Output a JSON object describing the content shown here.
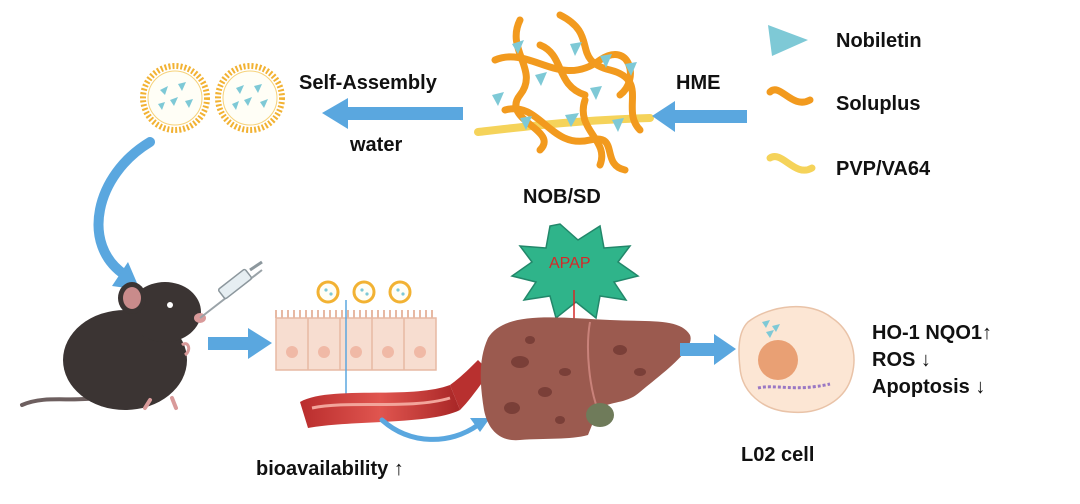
{
  "legend": {
    "nobiletin": "Nobiletin",
    "soluplus": "Soluplus",
    "pvp": "PVP/VA64"
  },
  "steps": {
    "hme": "HME",
    "self_assembly": "Self-Assembly",
    "water": "water",
    "nob_sd": "NOB/SD",
    "apap": "APAP",
    "bioavailability": "bioavailability ↑",
    "l02_cell": "L02 cell"
  },
  "outcomes": [
    "HO-1 NQO1↑",
    "ROS ↓",
    "Apoptosis ↓"
  ],
  "colors": {
    "arrow": "#5aa7df",
    "soluplus": "#f29a1e",
    "pvp": "#f5d35a",
    "nobiletin": "#7ec9d6",
    "apap_fill": "#2fb48a",
    "apap_text": "#d62828",
    "liver": "#9b5a4f",
    "mouse": "#3b3433"
  }
}
